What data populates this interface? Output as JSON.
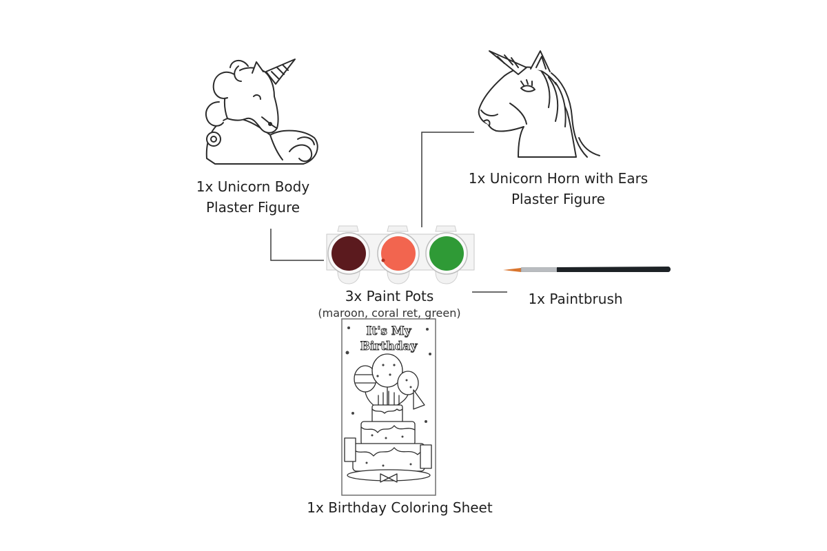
{
  "components": {
    "unicorn_body": {
      "line1": "1x Unicorn Body",
      "line2": "Plaster Figure",
      "icon": "unicorn-body-figure"
    },
    "unicorn_horn": {
      "line1": "1x Unicorn Horn with Ears",
      "line2": "Plaster Figure",
      "icon": "unicorn-head-figure"
    },
    "paint_pots": {
      "label": "3x Paint Pots",
      "sublabel": "(maroon, coral ret, green)",
      "colors": [
        "#5b1a1e",
        "#f2654f",
        "#2f9a36"
      ]
    },
    "paintbrush": {
      "label": "1x Paintbrush",
      "icon": "paintbrush"
    },
    "coloring_sheet": {
      "label": "1x Birthday Coloring Sheet",
      "title_line1": "It's My",
      "title_line2": "Birthday",
      "icon": "birthday-cake"
    }
  },
  "colors": {
    "outline": "#2b2b2b",
    "connector": "#3a3a3a",
    "brush_tip": "#d9752e",
    "brush_handle": "#1d2226"
  }
}
